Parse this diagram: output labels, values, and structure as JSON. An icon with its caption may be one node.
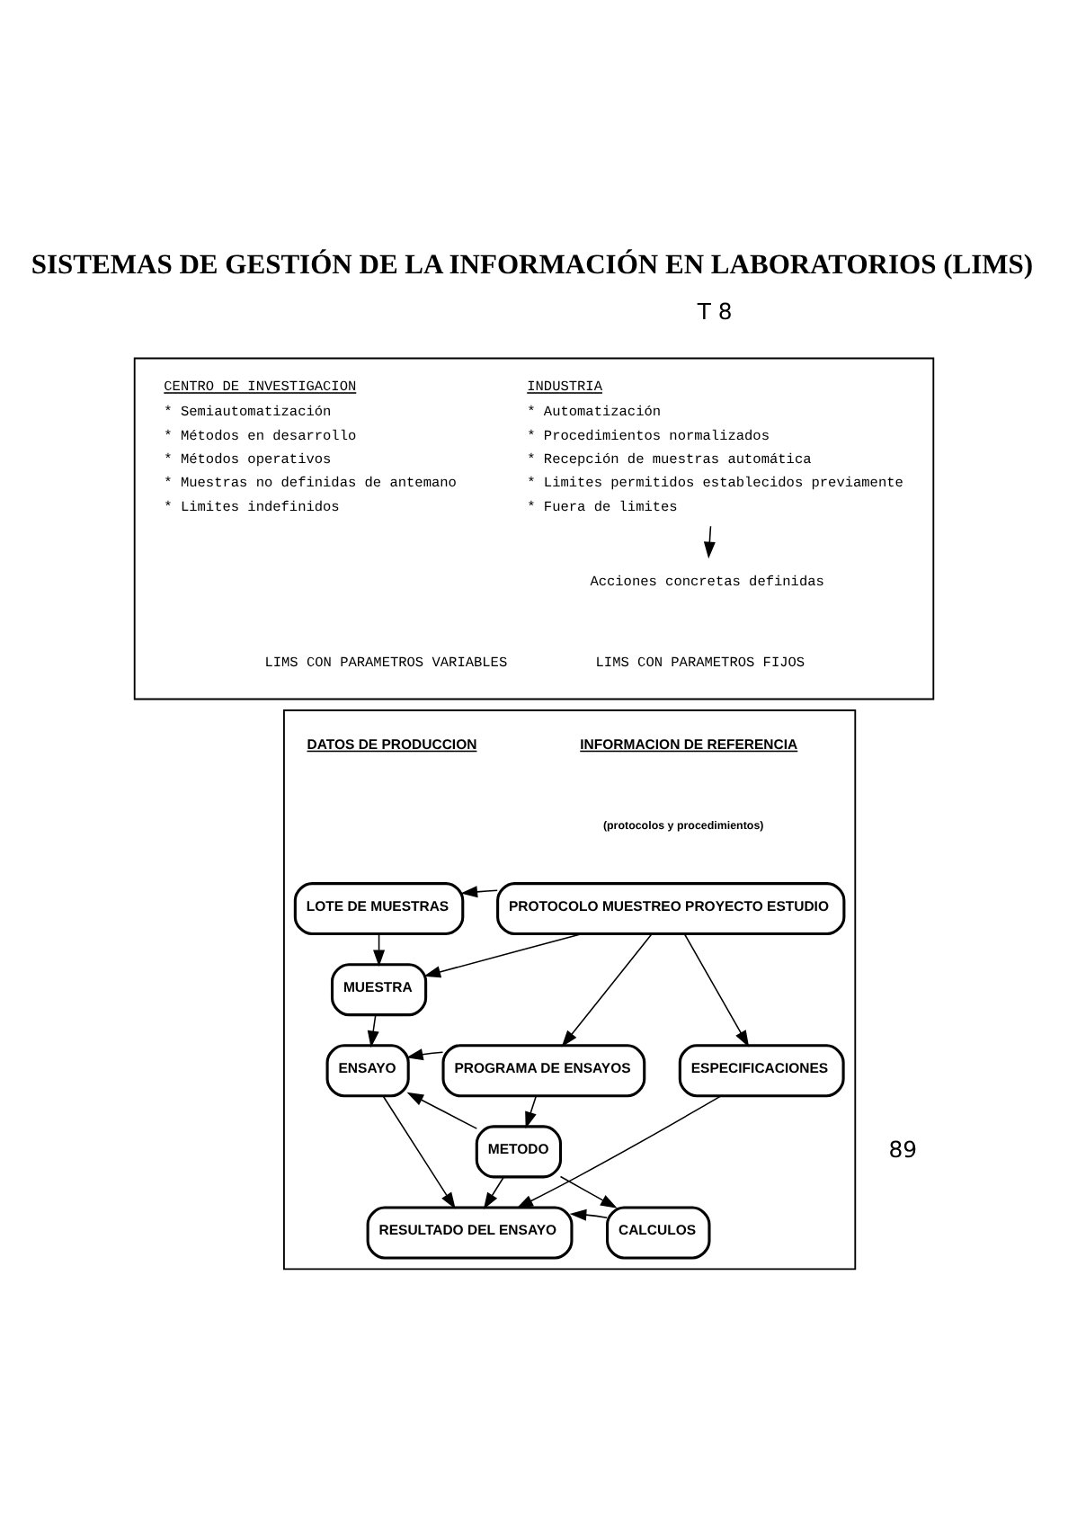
{
  "diagram": {
    "title": "SISTEMAS DE GESTIÓN DE LA INFORMACIÓN EN LABORATORIOS (LIMS)",
    "nodes": [
      {
        "text": [],
        "shape": "box"
      },
      {
        "text": [
          "INDUSTRIA",
          "* Automatización",
          "* Procedimientos normalizados",
          "* Recepción de muestras automática",
          "* Limites permitidos establecidos previamente",
          "* Fuera de limites"
        ],
        "in": 0
      },
      {
        "text": [
          "Acciones concretas definidas"
        ],
        "in": 0
      },
      {
        "text": [
          "CENTRO DE INVESTIGACION",
          "* Semiautomatización",
          "* Métodos en desarrollo",
          "* Métodos operativos",
          "* Muestras no definidas de antemano",
          "* Limites indefinidos"
        ],
        "in": 0
      },
      {
        "text": [],
        "shape": "box"
      },
      {
        "text": [
          "PROTOCOLO MUESTREO PROYECTO ESTUDIO"
        ],
        "in": 4
      },
      {
        "text": [
          "PROGRAMA DE ENSAYOS"
        ],
        "in": 4
      },
      {
        "text": [
          "METODO"
        ],
        "in": 4
      },
      {
        "text": [
          "CALCULOS"
        ],
        "in": 4
      },
      {
        "text": [
          "ESPECIFICACIONES"
        ],
        "in": 4
      },
      {
        "text": [
          "LOTE DE MUESTRAS"
        ],
        "in": 4
      },
      {
        "text": [
          "MUESTRA"
        ],
        "in": 4
      },
      {
        "text": [
          "ENSAYO"
        ],
        "in": 4
      },
      {
        "text": [
          "RESULTADO DEL ENSAYO"
        ],
        "in": 4
      }
    ],
    "edges": [
      {
        "from": 1,
        "to": 2,
        "arrow": "to"
      },
      {
        "from": 5,
        "to": 10,
        "arrow": "to"
      },
      {
        "from": 5,
        "to": 11,
        "arrow": "to"
      },
      {
        "from": 10,
        "to": 11,
        "arrow": "to"
      },
      {
        "from": 5,
        "to": 6,
        "arrow": "to"
      },
      {
        "from": 6,
        "to": 7,
        "arrow": "to"
      },
      {
        "from": 7,
        "to": 8,
        "arrow": "to"
      },
      {
        "from": 5,
        "to": 9,
        "arrow": "to"
      },
      {
        "from": 11,
        "to": 12,
        "arrow": "to"
      },
      {
        "from": 6,
        "to": 12,
        "arrow": "to"
      },
      {
        "from": 7,
        "to": 12,
        "arrow": "to"
      },
      {
        "from": 12,
        "to": 13,
        "arrow": "to"
      },
      {
        "from": 7,
        "to": 13,
        "arrow": "to"
      },
      {
        "from": 8,
        "to": 13,
        "arrow": "to"
      },
      {
        "from": 9,
        "to": 13,
        "arrow": "to"
      }
    ],
    "labels": [
      "T 8",
      "LIMS CON PARAMETROS FIJOS",
      "LIMS CON PARAMETROS VARIABLES",
      "INFORMACION DE REFERENCIA",
      "(protocolos y procedimientos)",
      "DATOS DE PRODUCCION",
      "89"
    ]
  }
}
